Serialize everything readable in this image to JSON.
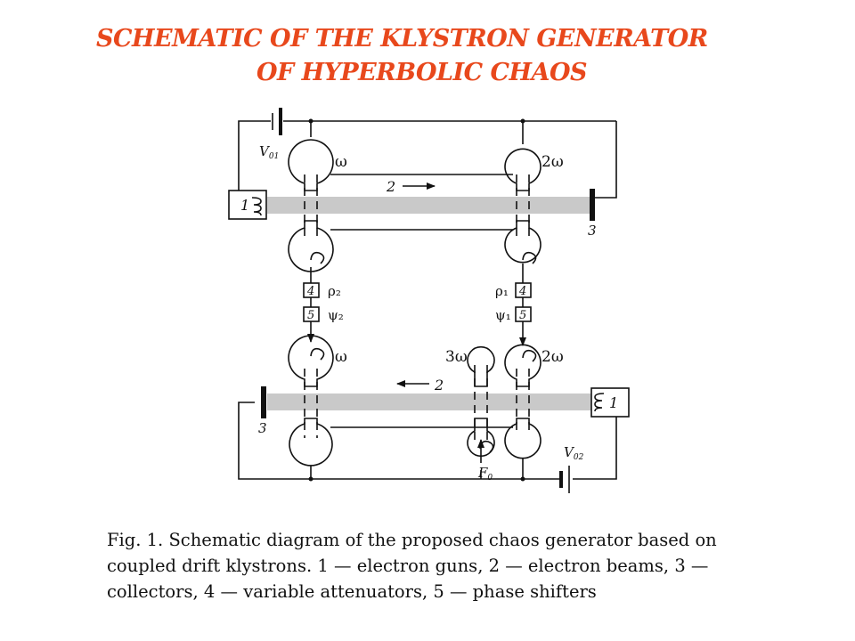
{
  "title": {
    "line1": "SCHEMATIC OF THE  KLYSTRON GENERATOR",
    "line2": "OF HYPERBOLIC CHAOS",
    "color": "#e8481c"
  },
  "diagram": {
    "labels": {
      "v01_main": "V",
      "v01_sub": "01",
      "v02_main": "V",
      "v02_sub": "02",
      "f0_main": "F",
      "f0_sub": "0",
      "omega_top": "ω",
      "two_omega_top": "2ω",
      "omega_bottom": "ω",
      "two_omega_bottom": "2ω",
      "three_omega": "3ω",
      "beam_top": "2",
      "beam_bottom": "2",
      "gun_top": "1",
      "gun_bottom": "1",
      "collector_top": "3",
      "collector_bottom": "3",
      "att_left": "4",
      "att_right": "4",
      "ps_left": "5",
      "ps_right": "5",
      "rho2": "ρ₂",
      "rho1": "ρ₁",
      "psi2": "ψ₂",
      "psi1": "ψ₁"
    }
  },
  "caption": {
    "line1": "Fig. 1. Schematic diagram of the proposed chaos generator based on",
    "line2": "coupled drift klystrons. 1 — electron guns, 2 — electron beams, 3 —",
    "line3": "collectors, 4 — variable attenuators, 5 — phase shifters"
  }
}
